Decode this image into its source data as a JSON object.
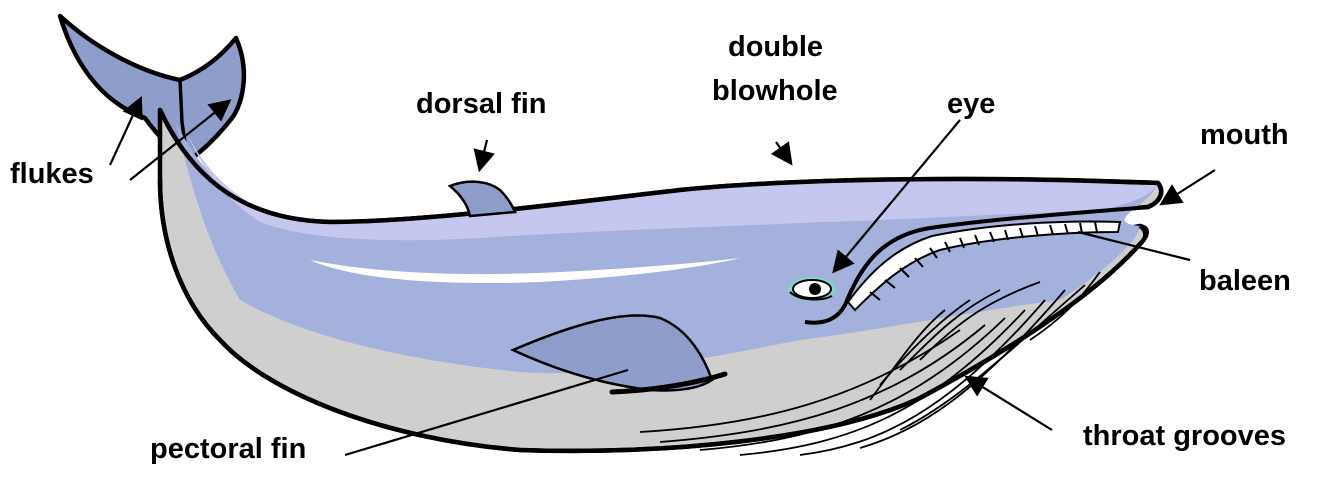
{
  "diagram": {
    "labels": {
      "flukes": "flukes",
      "dorsal_fin": "dorsal fin",
      "double_blowhole_line1": "double",
      "double_blowhole_line2": "blowhole",
      "eye": "eye",
      "mouth": "mouth",
      "baleen": "baleen",
      "pectoral_fin": "pectoral fin",
      "throat_grooves": "throat grooves"
    },
    "colors": {
      "belly": "#cfcfcf",
      "body_blue": "#a3b1dc",
      "back_lavender": "#c6c7ee",
      "fin": "#8f9dca",
      "eye_ring": "#7fd6cc",
      "outline": "#000000",
      "text": "#000000"
    }
  }
}
